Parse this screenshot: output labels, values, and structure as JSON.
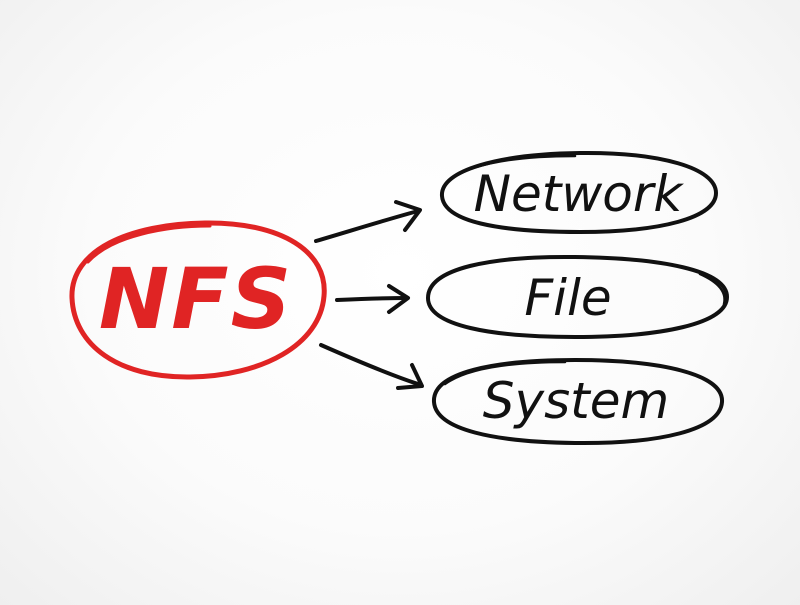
{
  "diagram": {
    "acronym": "NFS",
    "words": [
      "Network",
      "File",
      "System"
    ],
    "colors": {
      "accent": "#e02424",
      "ink": "#111111",
      "background": "#ffffff"
    }
  }
}
